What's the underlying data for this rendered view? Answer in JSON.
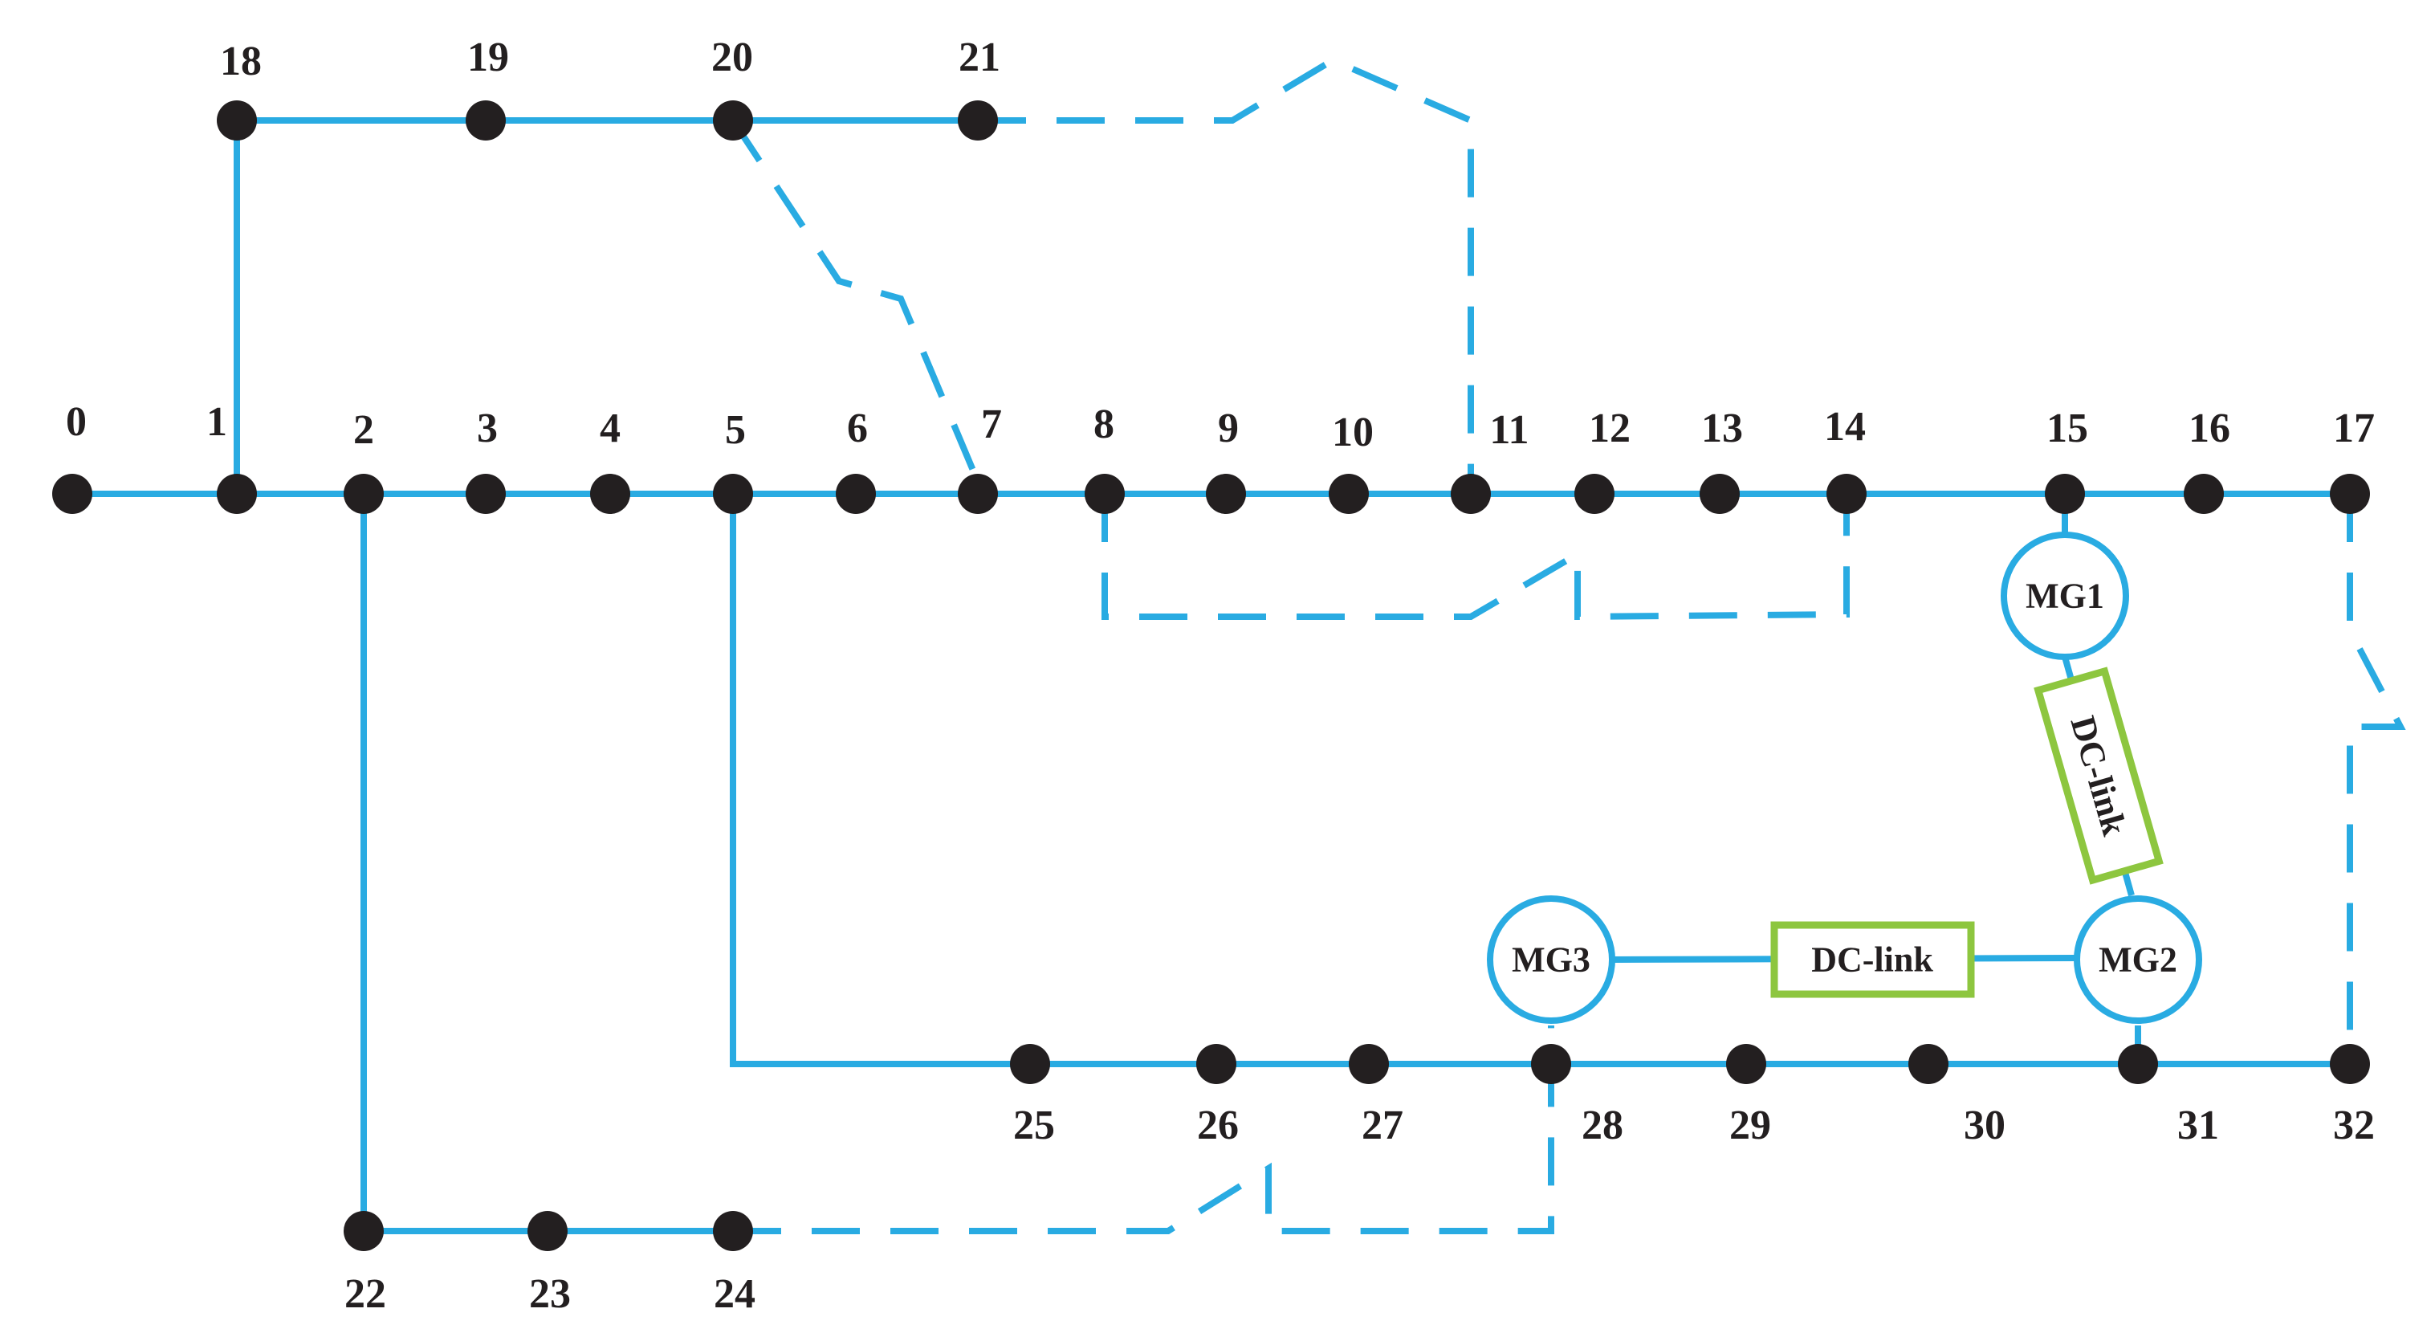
{
  "diagram": {
    "type": "distribution-network",
    "colors": {
      "line": "#29abe2",
      "node": "#231f20",
      "dc_link_box": "#8dc63f"
    },
    "buses": [
      "0",
      "1",
      "2",
      "3",
      "4",
      "5",
      "6",
      "7",
      "8",
      "9",
      "10",
      "11",
      "12",
      "13",
      "14",
      "15",
      "16",
      "17",
      "18",
      "19",
      "20",
      "21",
      "22",
      "23",
      "24",
      "25",
      "26",
      "27",
      "28",
      "29",
      "30",
      "31",
      "32"
    ],
    "microgrids": [
      "MG1",
      "MG2",
      "MG3"
    ],
    "dc_links": [
      "DC-link",
      "DC-link"
    ],
    "tie_switches": [
      "7-20",
      "8-14",
      "11-21",
      "17-32",
      "24-28"
    ]
  }
}
